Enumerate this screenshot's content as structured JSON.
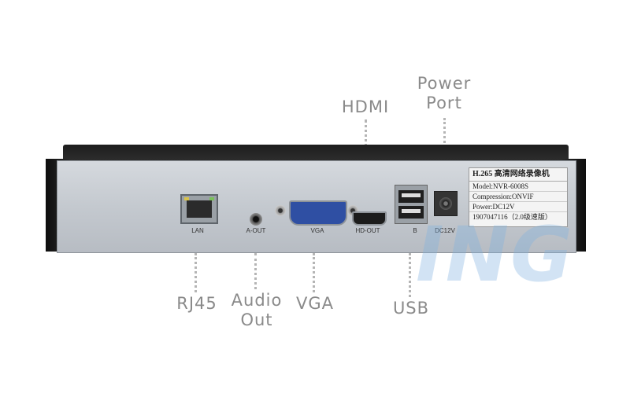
{
  "callouts": {
    "power_port": [
      "Power",
      "Port"
    ],
    "hdmi": "HDMI",
    "rj45": "RJ45",
    "audio_out": [
      "Audio",
      "Out"
    ],
    "vga": "VGA",
    "usb": "USB"
  },
  "port_labels": {
    "lan": "LAN",
    "a_out": "A-OUT",
    "vga": "VGA",
    "hd_out": "HD-OUT",
    "usb": "B",
    "dc": "DC12V"
  },
  "sticker": {
    "header": "H.265 高清网络录像机",
    "model": "Model:NVR-6008S",
    "compression": "Compression:ONVIF",
    "power": "Power:DC12V",
    "serial": "1907047116（2.0级速版）"
  },
  "watermark": "ING",
  "colors": {
    "callout_text": "#8a8a8a",
    "vga_connector": "#2f4fa3",
    "watermark": "#7fb2e0"
  }
}
